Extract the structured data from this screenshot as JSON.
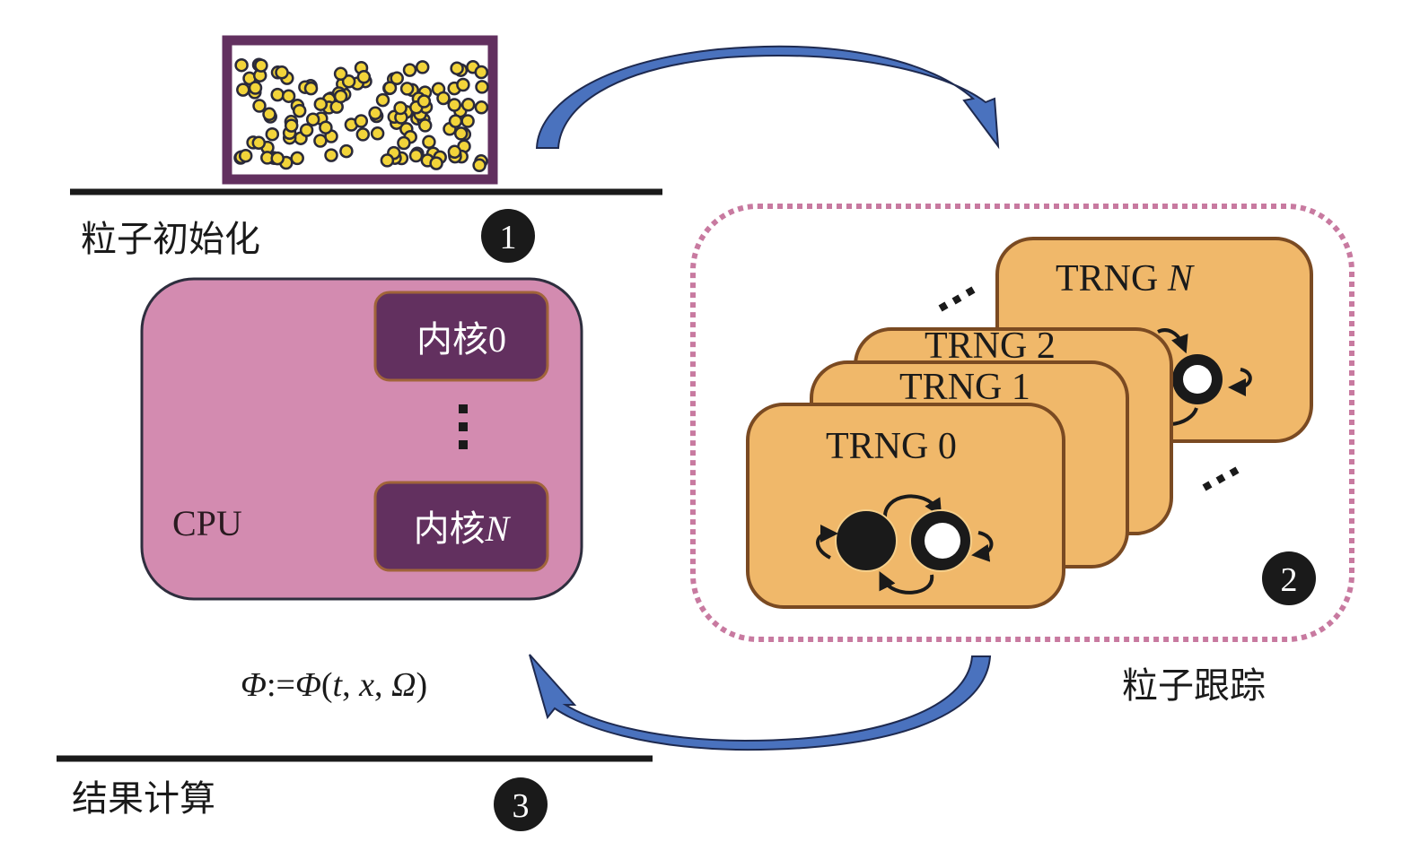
{
  "stages": [
    {
      "id": "init",
      "label": "粒子初始化",
      "badge": "1"
    },
    {
      "id": "tracking",
      "label": "粒子跟踪",
      "badge": "2"
    },
    {
      "id": "result",
      "label": "结果计算",
      "badge": "3"
    }
  ],
  "cpu": {
    "label": "CPU",
    "cores": [
      {
        "prefix": "内核",
        "suffix": "0",
        "suffix_italic": false
      },
      {
        "prefix": "内核",
        "suffix": "N",
        "suffix_italic": true
      }
    ],
    "ellipsis": "⋮"
  },
  "trng": {
    "cards": [
      {
        "prefix": "TRNG ",
        "suffix": "0",
        "suffix_italic": false
      },
      {
        "prefix": "TRNG ",
        "suffix": "1",
        "suffix_italic": false
      },
      {
        "prefix": "TRNG ",
        "suffix": "2",
        "suffix_italic": false
      },
      {
        "prefix": "TRNG ",
        "suffix": "N",
        "suffix_italic": true
      }
    ],
    "ellipsis": "..."
  },
  "formula": {
    "lhs": "Φ",
    "assign": ":=",
    "rhs_func": "Φ",
    "args": [
      "t",
      "x",
      "Ω"
    ]
  },
  "colors": {
    "particle_frame": "#62305F",
    "particle_fill": "#F2D43A",
    "particle_stroke": "#2A2A3A",
    "cpu_fill": "#D38BB0",
    "cpu_stroke": "#2E2E3E",
    "core_fill": "#62305F",
    "core_stroke": "#A0643A",
    "trng_fill": "#F0B86A",
    "trng_stroke": "#7A4A22",
    "dotted_border": "#C87AA0",
    "arrow_fill": "#4A72BE",
    "arrow_stroke": "#1E2A50",
    "badge_fill": "#1A1A1A",
    "line": "#1A1A1A"
  }
}
